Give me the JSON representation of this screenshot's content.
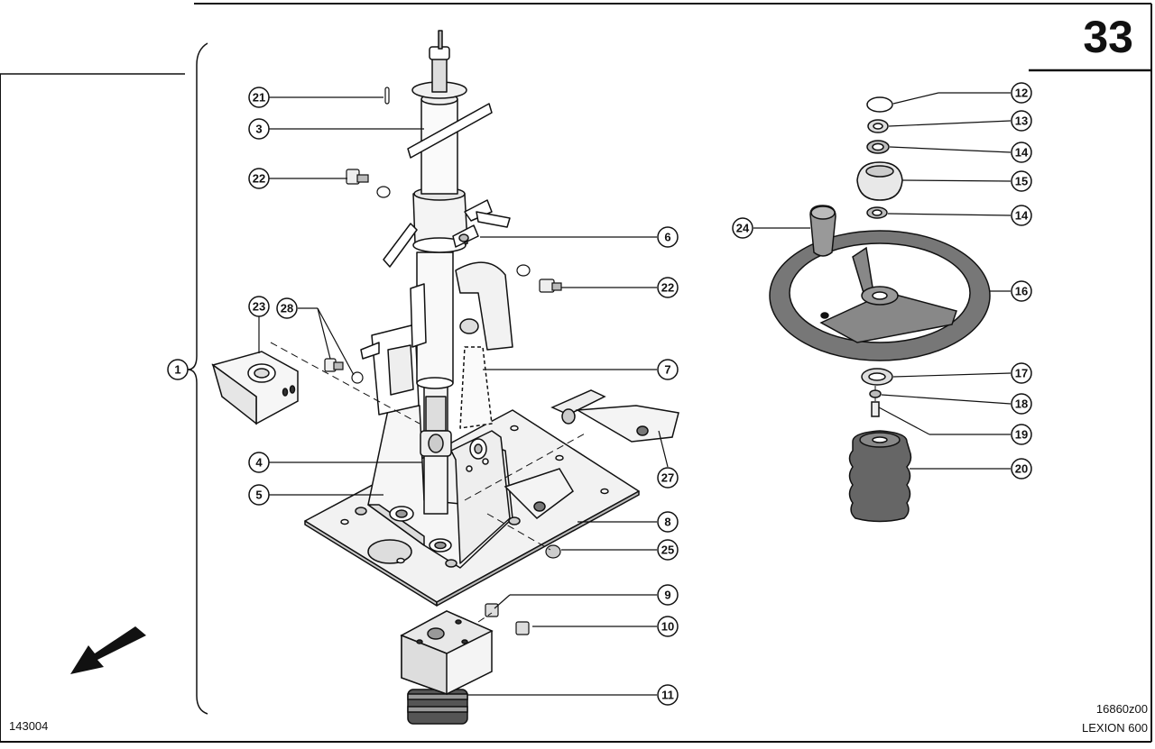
{
  "page_number": "33",
  "footer": {
    "left_code": "143004",
    "drawing_code": "16860z00",
    "model": "LEXION 600"
  },
  "callouts": [
    {
      "id": "c21",
      "label": "21"
    },
    {
      "id": "c3",
      "label": "3"
    },
    {
      "id": "c22a",
      "label": "22"
    },
    {
      "id": "c6",
      "label": "6"
    },
    {
      "id": "c22b",
      "label": "22"
    },
    {
      "id": "c23",
      "label": "23"
    },
    {
      "id": "c28",
      "label": "28"
    },
    {
      "id": "c1",
      "label": "1"
    },
    {
      "id": "c7",
      "label": "7"
    },
    {
      "id": "c4",
      "label": "4"
    },
    {
      "id": "c5",
      "label": "5"
    },
    {
      "id": "c27",
      "label": "27"
    },
    {
      "id": "c8",
      "label": "8"
    },
    {
      "id": "c25",
      "label": "25"
    },
    {
      "id": "c9",
      "label": "9"
    },
    {
      "id": "c10",
      "label": "10"
    },
    {
      "id": "c11",
      "label": "11"
    },
    {
      "id": "c12",
      "label": "12"
    },
    {
      "id": "c13",
      "label": "13"
    },
    {
      "id": "c14a",
      "label": "14"
    },
    {
      "id": "c15",
      "label": "15"
    },
    {
      "id": "c24",
      "label": "24"
    },
    {
      "id": "c14b",
      "label": "14"
    },
    {
      "id": "c16",
      "label": "16"
    },
    {
      "id": "c17",
      "label": "17"
    },
    {
      "id": "c18",
      "label": "18"
    },
    {
      "id": "c19",
      "label": "19"
    },
    {
      "id": "c20",
      "label": "20"
    }
  ]
}
